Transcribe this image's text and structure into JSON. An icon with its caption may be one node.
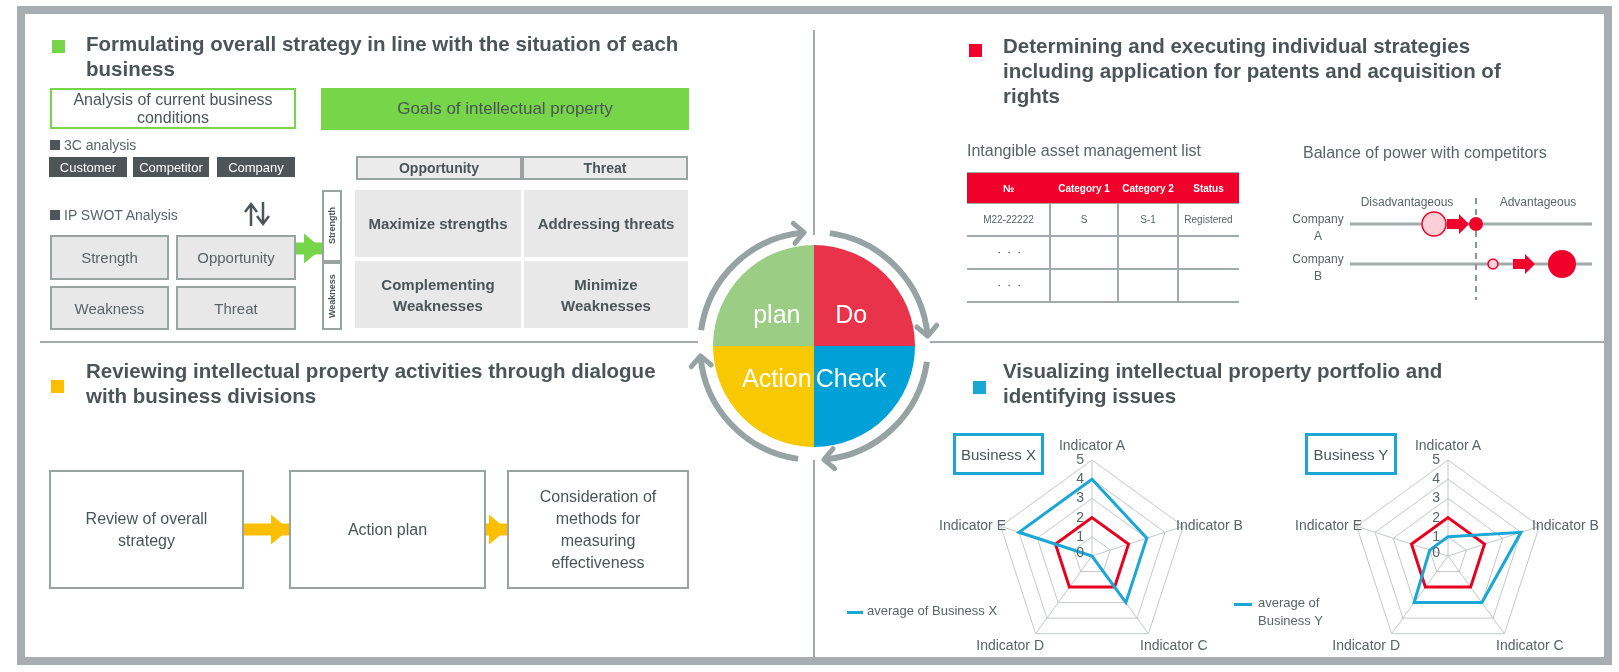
{
  "diagram": {
    "nodes": [
      {
        "text": [
          "plan"
        ]
      },
      {
        "text": [
          "Do"
        ]
      },
      {
        "text": [
          "Check"
        ]
      },
      {
        "text": [
          "Action"
        ]
      },
      {
        "text": [
          "Analysis of current business conditions"
        ]
      },
      {
        "text": [
          "Goals of intellectual property"
        ]
      },
      {
        "text": [
          "Customer"
        ]
      },
      {
        "text": [
          "Competitor"
        ]
      },
      {
        "text": [
          "Company"
        ]
      },
      {
        "text": [
          "Strength"
        ]
      },
      {
        "text": [
          "Opportunity"
        ]
      },
      {
        "text": [
          "Weakness"
        ]
      },
      {
        "text": [
          "Threat"
        ]
      },
      {
        "text": [
          "Opportunity"
        ]
      },
      {
        "text": [
          "Threat"
        ]
      },
      {
        "text": [
          "Strength"
        ]
      },
      {
        "text": [
          "Weakness"
        ]
      },
      {
        "text": [
          "Maximize strengths"
        ]
      },
      {
        "text": [
          "Addressing threats"
        ]
      },
      {
        "text": [
          "Complementing Weaknesses"
        ]
      },
      {
        "text": [
          "Minimize Weaknesses"
        ]
      },
      {
        "text": [
          "Review of overall strategy"
        ]
      },
      {
        "text": [
          "Action plan"
        ]
      },
      {
        "text": [
          "Consideration of methods for measuring effectiveness"
        ]
      },
      {
        "text": [
          "Business X"
        ]
      },
      {
        "text": [
          "Business Y"
        ]
      }
    ],
    "edges": [
      {
        "from": 0,
        "to": 1,
        "arrow": "to"
      },
      {
        "from": 1,
        "to": 2,
        "arrow": "to"
      },
      {
        "from": 2,
        "to": 3,
        "arrow": "to"
      },
      {
        "from": 3,
        "to": 0,
        "arrow": "to"
      },
      {
        "from": 10,
        "to": 15,
        "arrow": "to",
        "style": "thick",
        "color": "#77d54a"
      },
      {
        "from": 21,
        "to": 22,
        "arrow": "to",
        "style": "thick",
        "color": "#fbbf00"
      },
      {
        "from": 22,
        "to": 23,
        "arrow": "to",
        "style": "thick",
        "color": "#fbbf00"
      }
    ],
    "labels": [
      "Formulating overall strategy in line with the situation of each business",
      "3C analysis",
      "IP SWOT Analysis",
      "Determining and executing individual strategies including application for patents and acquisition of rights",
      "Intangible asset management list",
      "Balance of power with competitors",
      "№",
      "Category 1",
      "Category 2",
      "Status",
      "M22-22222",
      "S",
      "S-1",
      "Registered",
      "・・・",
      "・・・",
      "Disadvantageous",
      "Advantageous",
      "Company A",
      "Company B",
      "Reviewing intellectual property activities through dialogue with business divisions",
      "Visualizing intellectual property portfolio and identifying issues",
      "Indicator A",
      "5",
      "4",
      "3",
      "2",
      "1",
      "Indicator E",
      "Indicator B",
      "0",
      "Indicator D",
      "Indicator C",
      "Indicator A",
      "5",
      "4",
      "3",
      "2",
      "1",
      "Indicator E",
      "Indicator B",
      "0",
      "Indicator D",
      "Indicator C"
    ],
    "legend": [
      {
        "text": "average of Business X"
      },
      {
        "text": "average of Business Y"
      }
    ]
  }
}
